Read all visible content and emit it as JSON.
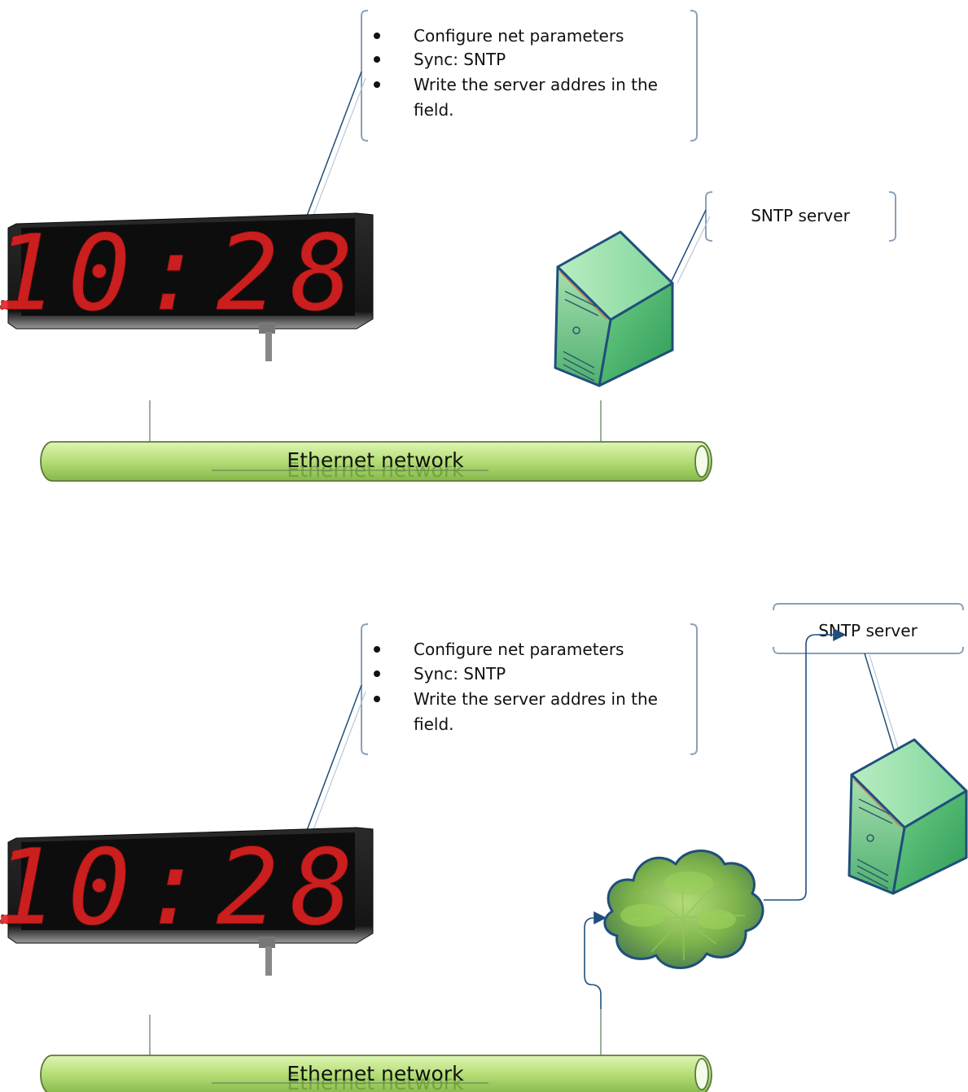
{
  "diagrams": [
    {
      "notes": {
        "items": [
          "Configure net parameters",
          "Sync: SNTP",
          "Write the server addres in the",
          "field."
        ]
      },
      "clock": {
        "digits": "10:28"
      },
      "server_label": "SNTP server",
      "network_label": "Ethernet network"
    },
    {
      "notes": {
        "items": [
          "Configure net parameters",
          "Sync: SNTP",
          "Write the server addres in the",
          "field."
        ]
      },
      "clock": {
        "digits": "10:28"
      },
      "server_label": "SNTP server",
      "network_label": "Ethernet network",
      "cloud": "internet-cloud"
    }
  ],
  "colors": {
    "led_red": "#e02020",
    "pipe_green": "#b8e07a",
    "server_green": "#5cc07a",
    "server_border": "#1f4f7a",
    "cloud_green": "#6aaa3a",
    "callout_border": "#8aa0b8"
  }
}
